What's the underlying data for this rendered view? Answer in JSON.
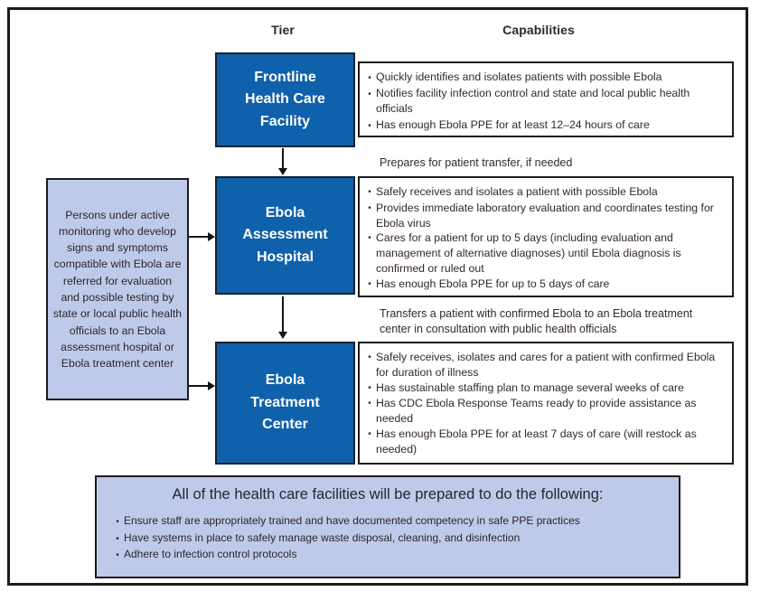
{
  "headers": {
    "tier": "Tier",
    "capabilities": "Capabilities"
  },
  "tiers": [
    {
      "name": "Frontline Health Care Facility",
      "capabilities": [
        "Quickly identifies and isolates patients with possible Ebola",
        "Notifies facility infection control and state and local public health officials",
        "Has enough Ebola PPE for at least 12–24 hours of care"
      ],
      "transition": "Prepares for patient transfer, if needed"
    },
    {
      "name": "Ebola Assessment Hospital",
      "capabilities": [
        "Safely receives and isolates a patient with possible Ebola",
        "Provides immediate laboratory evaluation and coordinates testing for Ebola virus",
        "Cares for a patient for up to 5 days (including evaluation and management of alternative diagnoses) until Ebola diagnosis is confirmed or ruled out",
        "Has enough Ebola PPE for up to 5 days of care"
      ],
      "transition": "Transfers a patient with confirmed Ebola to an Ebola treatment center in consultation with public health officials"
    },
    {
      "name": "Ebola Treatment Center",
      "capabilities": [
        "Safely receives, isolates and cares for a patient with confirmed Ebola for duration of illness",
        "Has sustainable staffing plan to manage several weeks of care",
        "Has CDC Ebola Response Teams ready to provide assistance as needed",
        "Has enough Ebola PPE for at least 7 days of care (will restock as needed)"
      ],
      "transition": ""
    }
  ],
  "referral_note": "Persons under active monitoring who develop signs and symptoms compatible with Ebola are referred for evaluation and possible testing by state or local public health officials to an Ebola assessment hospital or Ebola treatment center",
  "footer": {
    "title": "All of the health care facilities will be prepared to do the following:",
    "items": [
      "Ensure staff are appropriately trained and have documented competency in safe PPE practices",
      "Have systems in place to safely manage waste disposal, cleaning, and disinfection",
      "Adhere to infection control protocols"
    ]
  },
  "glyphs": {
    "bullet": "•"
  },
  "colors": {
    "tier_box_fill": "#0f61ab",
    "tier_box_text": "#ffffff",
    "panel_fill": "#bfcaea",
    "box_border": "#1b1b1b",
    "body_text": "#34282a",
    "background": "#ffffff"
  }
}
